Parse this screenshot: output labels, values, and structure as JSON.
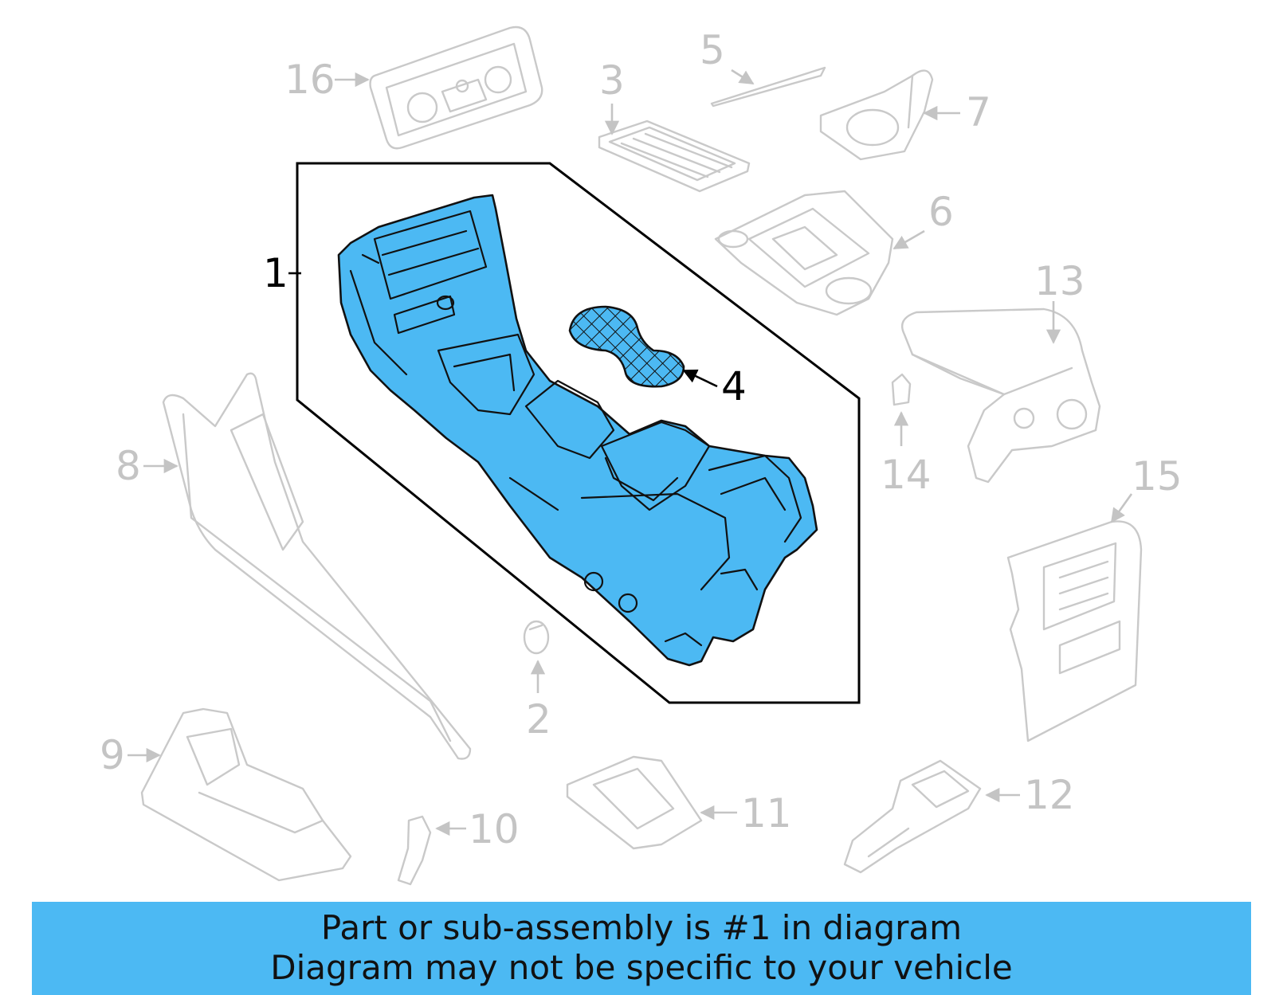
{
  "diagram": {
    "callouts": {
      "c1": "1",
      "c2": "2",
      "c3": "3",
      "c4": "4",
      "c5": "5",
      "c6": "6",
      "c7": "7",
      "c8": "8",
      "c9": "9",
      "c10": "10",
      "c11": "11",
      "c12": "12",
      "c13": "13",
      "c14": "14",
      "c15": "15",
      "c16": "16"
    },
    "highlight_color": "#4cb9f3",
    "faded_color": "#c9c9c9"
  },
  "banner": {
    "line1": "Part or sub-assembly is #1 in diagram",
    "line2": "Diagram may not be specific to your vehicle",
    "background": "#4cb9f3"
  }
}
